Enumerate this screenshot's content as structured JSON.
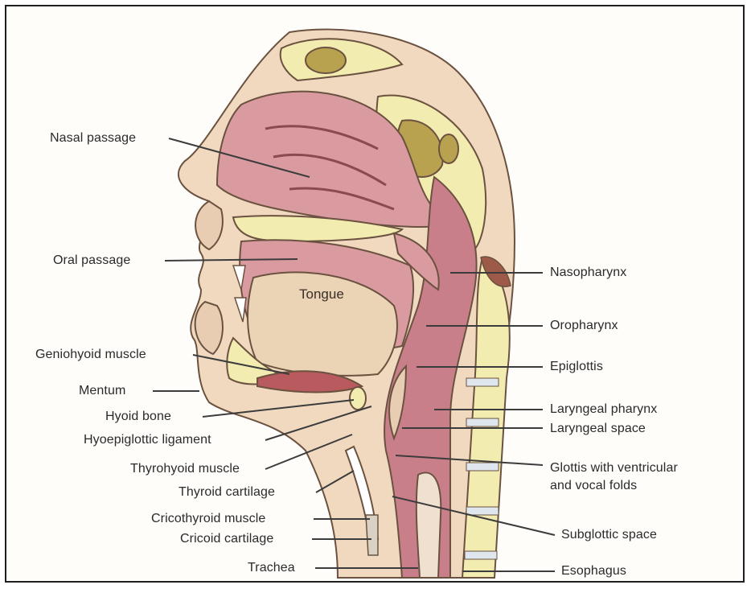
{
  "diagram": {
    "labels_left": {
      "nasal_passage": "Nasal passage",
      "oral_passage": "Oral passage",
      "geniohyoid_muscle": "Geniohyoid muscle",
      "mentum": "Mentum",
      "hyoid_bone": "Hyoid bone",
      "hyoepiglottic_ligament": "Hyoepiglottic ligament",
      "thyrohyoid_muscle": "Thyrohyoid muscle",
      "thyroid_cartilage": "Thyroid cartilage",
      "cricothyroid_muscle": "Cricothyroid muscle",
      "cricoid_cartilage": "Cricoid cartilage",
      "trachea": "Trachea"
    },
    "labels_right": {
      "nasopharynx": "Nasopharynx",
      "oropharynx": "Oropharynx",
      "epiglottis": "Epiglottis",
      "laryngeal_pharynx": "Laryngeal pharynx",
      "laryngeal_space": "Laryngeal space",
      "glottis_line1": "Glottis with ventricular",
      "glottis_line2": "and vocal folds",
      "subglottic_space": "Subglottic space",
      "esophagus": "Esophagus"
    },
    "inline": {
      "tongue": "Tongue"
    },
    "colors": {
      "skin": "#f0d9bf",
      "mucosa": "#d99aa0",
      "cavity": "#c97f89",
      "bone": "#f3ecb0",
      "tongue": "#ead4b5",
      "muscle": "#b85a5e",
      "disc": "#dfe6ee",
      "outline": "#5a4636"
    }
  }
}
